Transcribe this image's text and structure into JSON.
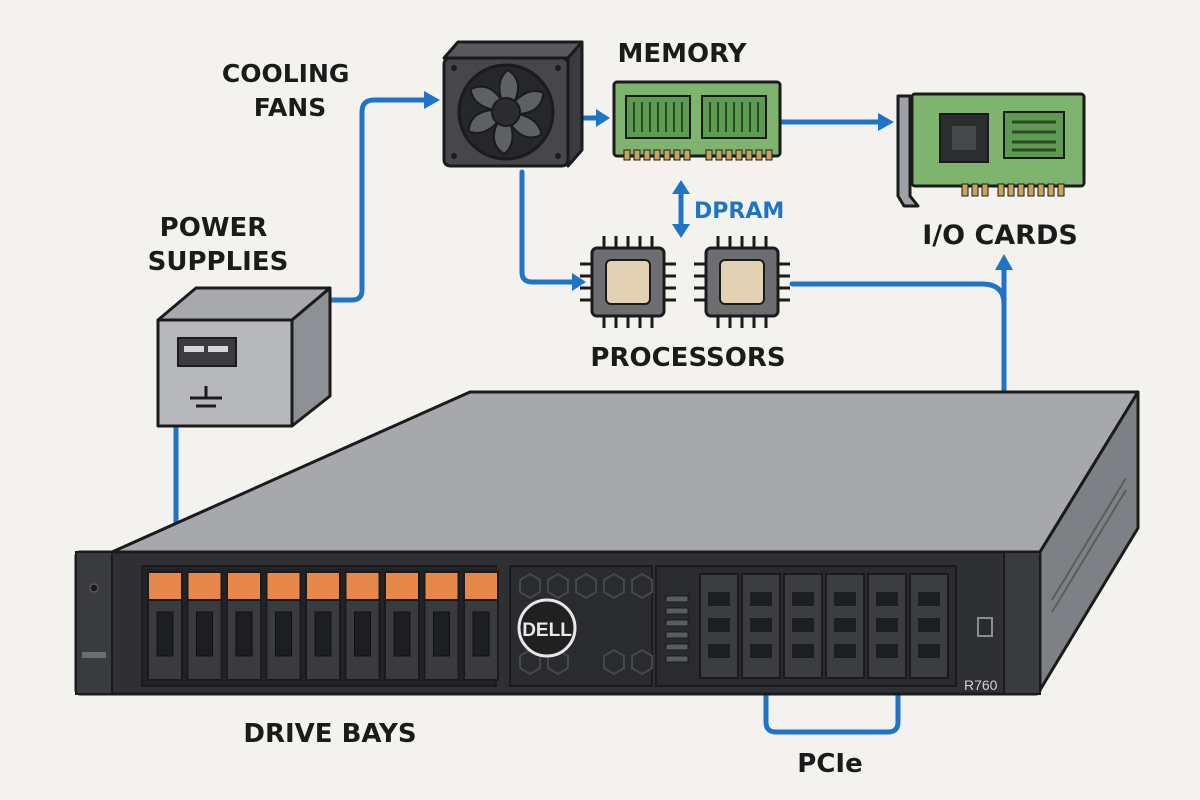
{
  "labels": {
    "cooling": [
      "COOLING",
      "FANS"
    ],
    "memory": "MEMORY",
    "power": [
      "POWER",
      "SUPPLIES"
    ],
    "dpram": "DPRAM",
    "io_cards": "I/O CARDS",
    "processors": "PROCESSORS",
    "drive_bays": "DRIVE BAYS",
    "pcie": "PCIe"
  },
  "server": {
    "brand": "DELL",
    "model": "R760",
    "drive_bay_count": 9
  },
  "colors": {
    "wire": "#1f74c6",
    "drive_accent": "#e8874a",
    "pcb": "#7fb46f",
    "chip_die": "#e2d2b3",
    "chassis_top": "#a6a8ab",
    "chassis_front": "#2f3033"
  },
  "icons": [
    "fan-icon",
    "memory-module-icon",
    "io-card-icon",
    "processor-chip-icon",
    "power-supply-icon",
    "server-icon"
  ]
}
